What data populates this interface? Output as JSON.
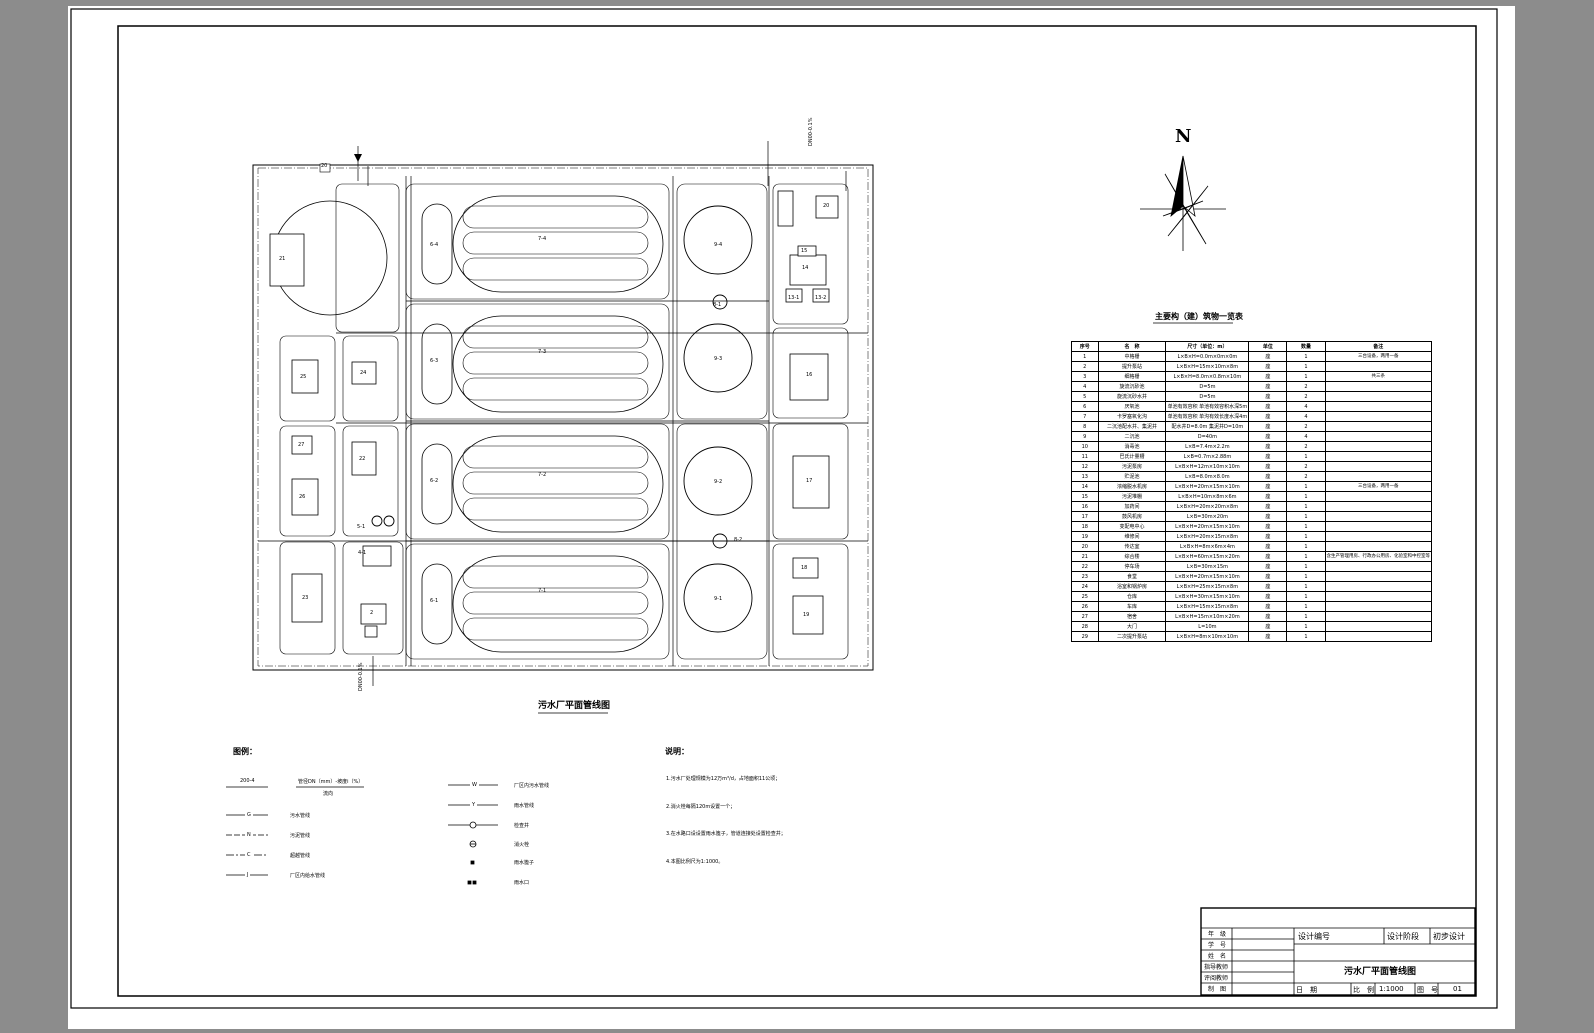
{
  "plan": {
    "title": "污水厂平面管线图",
    "north": "N",
    "pipe_labels": {
      "top_left_num": "20",
      "top_right_pipe": "DN00-0.1%",
      "bottom_pipe": "DN00-0.1%"
    },
    "units": [
      {
        "id": "u21",
        "label": "21"
      },
      {
        "id": "u25",
        "label": "25"
      },
      {
        "id": "u24",
        "label": "24"
      },
      {
        "id": "u27",
        "label": "27"
      },
      {
        "id": "u22",
        "label": "22"
      },
      {
        "id": "u26",
        "label": "26"
      },
      {
        "id": "u23",
        "label": "23"
      },
      {
        "id": "u2",
        "label": "2"
      },
      {
        "id": "u63",
        "label": "6-3"
      },
      {
        "id": "u62",
        "label": "6-2"
      },
      {
        "id": "u61",
        "label": "6-1"
      },
      {
        "id": "u64",
        "label": "6-4"
      },
      {
        "id": "u74",
        "label": "7-4"
      },
      {
        "id": "u73",
        "label": "7-3"
      },
      {
        "id": "u72",
        "label": "7-2"
      },
      {
        "id": "u71",
        "label": "7-1"
      },
      {
        "id": "u94",
        "label": "9-4"
      },
      {
        "id": "u93",
        "label": "9-3"
      },
      {
        "id": "u92",
        "label": "9-2"
      },
      {
        "id": "u91",
        "label": "9-1"
      },
      {
        "id": "u20",
        "label": "20"
      },
      {
        "id": "u14",
        "label": "14"
      },
      {
        "id": "u15",
        "label": "15"
      },
      {
        "id": "u131",
        "label": "13-1"
      },
      {
        "id": "u132",
        "label": "13-2"
      },
      {
        "id": "u16",
        "label": "16"
      },
      {
        "id": "u17",
        "label": "17"
      },
      {
        "id": "u18",
        "label": "18"
      },
      {
        "id": "u19",
        "label": "19"
      },
      {
        "id": "u41",
        "label": "4-1"
      },
      {
        "id": "u51",
        "label": "5-1"
      },
      {
        "id": "u81",
        "label": "8-1"
      },
      {
        "id": "u82",
        "label": "8-2"
      }
    ]
  },
  "table": {
    "title": "主要构（建）筑物一览表",
    "headers": [
      "序号",
      "名　称",
      "尺寸（单位：m）",
      "单位",
      "数量",
      "备注"
    ],
    "rows": [
      [
        "1",
        "中格栅",
        "L×B×H=0.0m×0m×0m",
        "座",
        "1",
        "三台设备，两用一备"
      ],
      [
        "2",
        "提升泵站",
        "L×B×H=15m×10m×8m",
        "座",
        "1",
        ""
      ],
      [
        "3",
        "细格栅",
        "L×B×H=8.0m×0.8m×10m",
        "座",
        "1",
        "共三条"
      ],
      [
        "4",
        "旋流沉砂池",
        "D=5m",
        "座",
        "2",
        ""
      ],
      [
        "5",
        "旋流沉砂水井",
        "D=5m",
        "座",
        "2",
        ""
      ],
      [
        "6",
        "厌氧池",
        "单池有效容积\n单池有效容积水深5m",
        "座",
        "4",
        ""
      ],
      [
        "7",
        "卡罗塞氧化沟",
        "单池有效容积\n单沟有效长度水深4m",
        "座",
        "4",
        ""
      ],
      [
        "8",
        "二沉池配水井、集泥井",
        "配水井D=8.0m\n集泥井D=10m",
        "座",
        "2",
        ""
      ],
      [
        "9",
        "二沉池",
        "D=40m",
        "座",
        "4",
        ""
      ],
      [
        "10",
        "消毒池",
        "L×B=7.4m×2.2m",
        "座",
        "2",
        ""
      ],
      [
        "11",
        "巴氏计量槽",
        "L×B=0.7m×2.88m",
        "座",
        "1",
        ""
      ],
      [
        "12",
        "污泥泵房",
        "L×B×H=12m×10m×10m",
        "座",
        "2",
        ""
      ],
      [
        "13",
        "贮泥池",
        "L×B=8.0m×8.0m",
        "座",
        "2",
        ""
      ],
      [
        "14",
        "浓缩脱水机房",
        "L×B×H=20m×15m×10m",
        "座",
        "1",
        "三台设备，两用一备"
      ],
      [
        "15",
        "污泥堆棚",
        "L×B×H=10m×8m×6m",
        "座",
        "1",
        ""
      ],
      [
        "16",
        "加药间",
        "L×B×H=20m×20m×8m",
        "座",
        "1",
        ""
      ],
      [
        "17",
        "鼓风机房",
        "L×B=30m×20m",
        "座",
        "1",
        ""
      ],
      [
        "18",
        "变配电中心",
        "L×B×H=20m×15m×10m",
        "座",
        "1",
        ""
      ],
      [
        "19",
        "维修间",
        "L×B×H=20m×15m×8m",
        "座",
        "1",
        ""
      ],
      [
        "20",
        "传达室",
        "L×B×H=8m×6m×4m",
        "座",
        "1",
        ""
      ],
      [
        "21",
        "综合楼",
        "L×B×H=60m×15m×20m",
        "座",
        "1",
        "含生产管理用房、行政办公用房、化验室和中控室等"
      ],
      [
        "22",
        "停车场",
        "L×B=30m×15m",
        "座",
        "1",
        ""
      ],
      [
        "23",
        "食堂",
        "L×B×H=20m×15m×10m",
        "座",
        "1",
        ""
      ],
      [
        "24",
        "浴室和锅炉房",
        "L×B×H=25m×15m×8m",
        "座",
        "1",
        ""
      ],
      [
        "25",
        "仓库",
        "L×B×H=30m×15m×10m",
        "座",
        "1",
        ""
      ],
      [
        "26",
        "车库",
        "L×B×H=15m×15m×8m",
        "座",
        "1",
        ""
      ],
      [
        "27",
        "宿舍",
        "L×B×H=15m×10m×20m",
        "座",
        "1",
        ""
      ],
      [
        "28",
        "大门",
        "L=10m",
        "座",
        "1",
        ""
      ],
      [
        "29",
        "二次提升泵站",
        "L×B×H=8m×10m×10m",
        "座",
        "1",
        ""
      ]
    ]
  },
  "legend": {
    "title": "图例：",
    "items_left": [
      {
        "sym": "200-4",
        "text": "管径DN（mm）-坡度i（%）",
        "sub": "流向"
      },
      {
        "sym": "G",
        "text": "污水管线"
      },
      {
        "sym": "N",
        "text": "污泥管线"
      },
      {
        "sym": "C",
        "text": "超越管线"
      },
      {
        "sym": "J",
        "text": "厂区内给水管线"
      }
    ],
    "items_right": [
      {
        "sym": "W",
        "text": "厂区内污水管线"
      },
      {
        "sym": "Y",
        "text": "雨水管线"
      },
      {
        "sym": "○",
        "text": "检查井"
      },
      {
        "sym": "⊕",
        "text": "消火栓"
      },
      {
        "sym": "▪",
        "text": "雨水篦子"
      },
      {
        "sym": "▪▪",
        "text": "雨水口"
      }
    ]
  },
  "notes": {
    "title": "说明：",
    "items": [
      "1.污水厂处理规模为12万m³/d，占地面积11公顷；",
      "2.消火栓每隔120m设置一个；",
      "3.在水路口设设置雨水篦子，管道连接处设置检查井；",
      "4.本图比例尺为1:1000。"
    ]
  },
  "titleblock": {
    "left_labels": [
      "年　级",
      "学　号",
      "姓　名",
      "指导教师",
      "评阅教师",
      "制　图"
    ],
    "design_no_label": "设计编号",
    "stage_label": "设计阶段",
    "stage_value": "初步设计",
    "drawing_name": "污水厂平面管线图",
    "date_label": "日　期",
    "scale_label": "比　例",
    "scale_value": "1:1000",
    "drawing_no_label": "图　号",
    "drawing_no_value": "01"
  }
}
